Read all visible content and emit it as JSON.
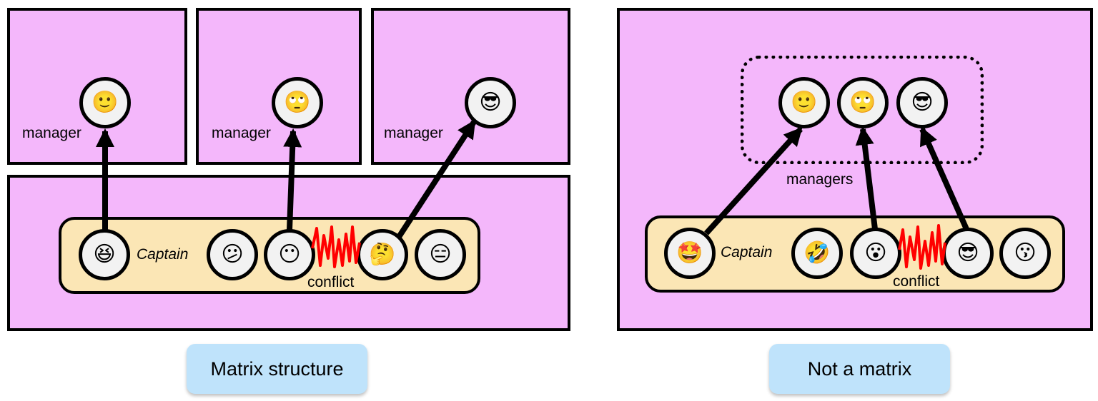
{
  "left": {
    "managers": [
      {
        "label": "manager",
        "emoji": "🙂"
      },
      {
        "label": "manager",
        "emoji": "🙄"
      },
      {
        "label": "manager",
        "emoji": "😎"
      }
    ],
    "team": {
      "captain_label": "Captain",
      "members": [
        "😆",
        "😕",
        "😶",
        "🤔",
        "😑"
      ],
      "conflict_label": "conflict"
    },
    "caption": "Matrix structure"
  },
  "right": {
    "managers_label": "managers",
    "managers": [
      "🙂",
      "🙄",
      "😎"
    ],
    "team": {
      "captain_label": "Captain",
      "members": [
        "🤩",
        "🤣",
        "😮",
        "😎",
        "😗"
      ],
      "conflict_label": "conflict"
    },
    "caption": "Not a matrix"
  },
  "colors": {
    "department": "#f4b7fb",
    "team": "#fbe6b5",
    "caption": "#bfe3fb",
    "conflict": "#ff0000"
  }
}
